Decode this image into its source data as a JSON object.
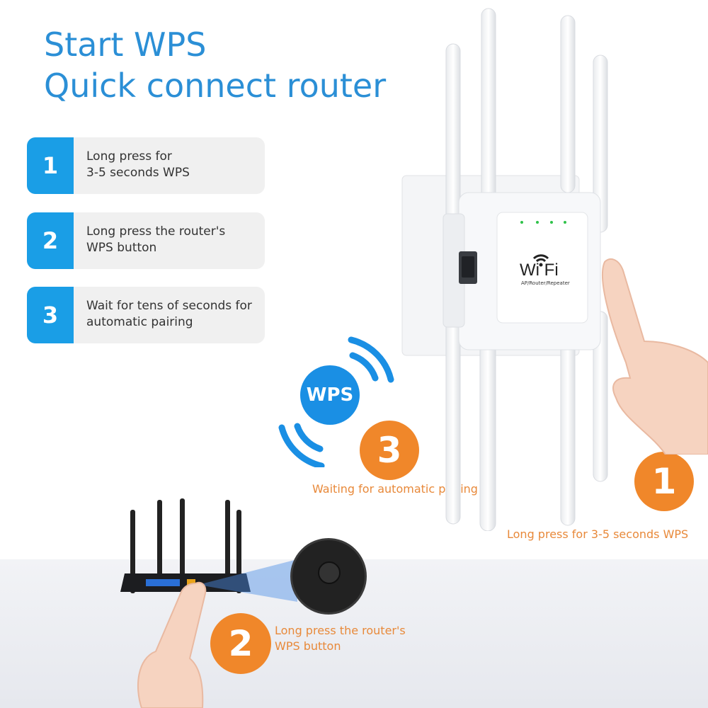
{
  "title": {
    "line1": "Start WPS",
    "line2": "Quick connect router"
  },
  "steps": [
    {
      "num": "1",
      "text": "Long press for\n3-5 seconds WPS"
    },
    {
      "num": "2",
      "text": "Long press the router's\nWPS button"
    },
    {
      "num": "3",
      "text": "Wait for tens of seconds for\nautomatic pairing"
    }
  ],
  "badge": {
    "label": "WPS"
  },
  "device": {
    "logo": "Wi Fi",
    "sublabel": "AP/Router/Repeater"
  },
  "callouts": [
    {
      "num": "3",
      "caption": "Waiting for automatic pairing"
    },
    {
      "num": "1",
      "caption": "Long press for 3-5 seconds WPS"
    },
    {
      "num": "2",
      "caption": "Long press the router's\nWPS button"
    }
  ],
  "colors": {
    "blue": "#1a9ee6",
    "orange": "#f0872a",
    "title_blue": "#2b8fd6"
  }
}
